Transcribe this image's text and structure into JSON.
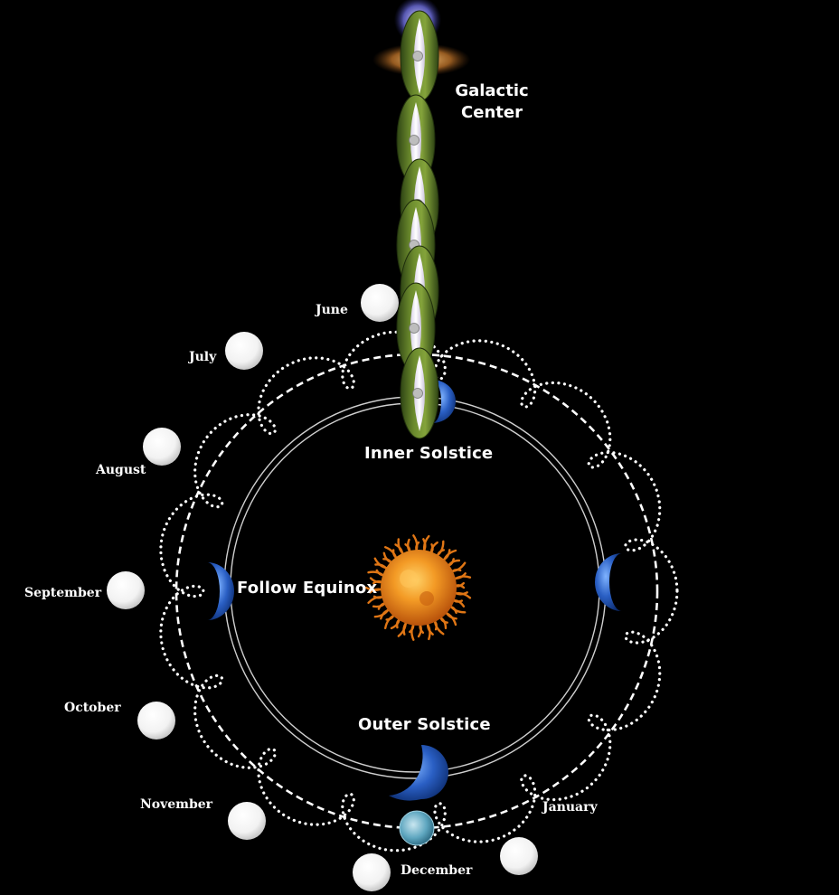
{
  "labels": {
    "galactic_center": [
      "Galactic",
      "Center"
    ],
    "inner_solstice": "Inner Solstice",
    "follow_equinox": "Follow Equinox",
    "outer_solstice": "Outer Solstice"
  },
  "months": [
    "June",
    "July",
    "August",
    "September",
    "October",
    "November",
    "December",
    "January"
  ],
  "colors": {
    "background": "#000000",
    "text": "#ffffff",
    "orbit_line": "#cfcfcf",
    "dotted_path": "#ffffff",
    "sun": "#e8871a",
    "earth": "#2a5fc4",
    "leaf": "#5d7a2a"
  },
  "icons": [
    "galaxy-icon",
    "sun-icon",
    "earth-icon",
    "moon-icon",
    "leaf-chain-icon"
  ]
}
